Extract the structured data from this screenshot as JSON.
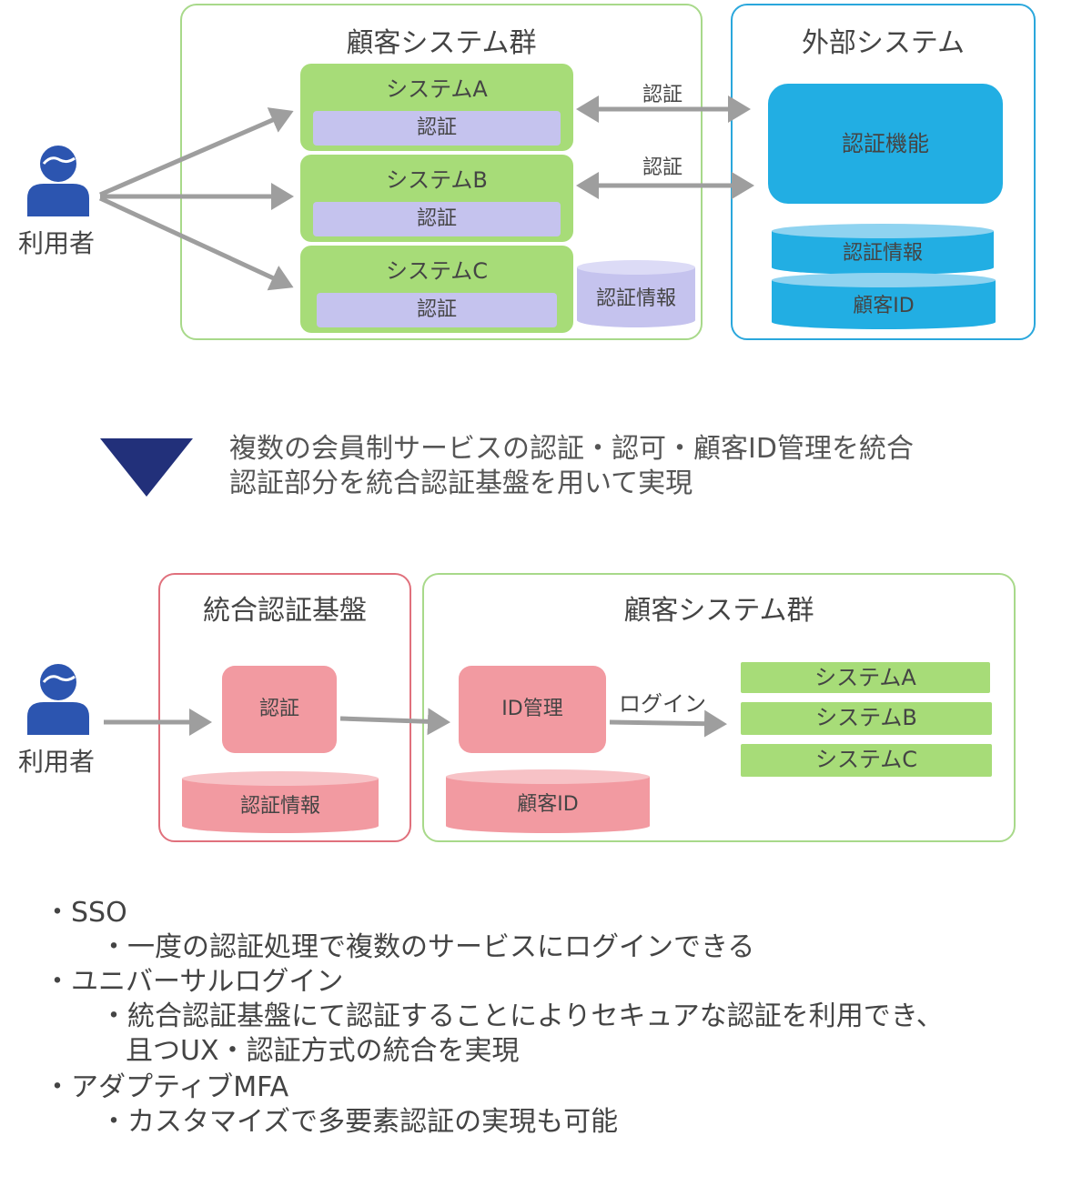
{
  "top": {
    "customer_group_title": "顧客システム群",
    "external_group_title": "外部システム",
    "user_label": "利用者",
    "systems": [
      {
        "name": "システムA",
        "auth": "認証"
      },
      {
        "name": "システムB",
        "auth": "認証"
      },
      {
        "name": "システムC",
        "auth": "認証"
      }
    ],
    "auth_info_db": "認証情報",
    "link_label_1": "認証",
    "link_label_2": "認証",
    "auth_function": "認証機能",
    "ext_auth_info_db": "認証情報",
    "ext_customer_id_db": "顧客ID"
  },
  "middle": {
    "line1": "複数の会員制サービスの認証・認可・顧客ID管理を統合",
    "line2": "認証部分を統合認証基盤を用いて実現"
  },
  "bottom": {
    "integrated_title": "統合認証基盤",
    "customer_group_title": "顧客システム群",
    "user_label": "利用者",
    "auth_box": "認証",
    "auth_info_db": "認証情報",
    "id_mgmt_box": "ID管理",
    "customer_id_db": "顧客ID",
    "login_label": "ログイン",
    "systems": [
      "システムA",
      "システムB",
      "システムC"
    ]
  },
  "bullets": {
    "b1": "・SSO",
    "b1_sub": "・一度の認証処理で複数のサービスにログインできる",
    "b2": "・ユニバーサルログイン",
    "b2_sub1": "・統合認証基盤にて認証することによりセキュアな認証を利用でき、",
    "b2_sub2": "且つUX・認証方式の統合を実現",
    "b3": "・アダプティブMFA",
    "b3_sub": "・カスタマイズで多要素認証の実現も可能"
  },
  "colors": {
    "green_box": "#a7dc78",
    "green_border": "#a8d98a",
    "blue": "#22aee3",
    "blue_border": "#2aa7dc",
    "lavender": "#c5c3ee",
    "pink": "#f29aa1",
    "red_border": "#e0707c",
    "navy": "#22307a",
    "user_icon": "#2c55b0",
    "arrow": "#9e9e9e"
  }
}
